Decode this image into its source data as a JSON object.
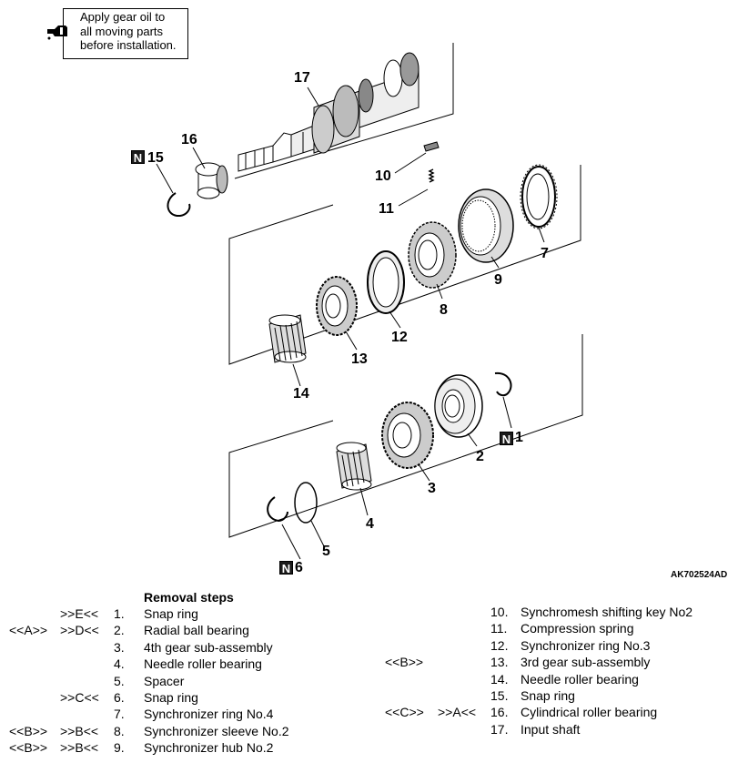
{
  "note": {
    "lines": [
      "Apply gear oil to",
      "all moving parts",
      "before installation."
    ]
  },
  "figure_code": "AK702524AD",
  "callouts": {
    "c17": "17",
    "c16": "16",
    "c15": "15",
    "c10": "10",
    "c11": "11",
    "c7": "7",
    "c9": "9",
    "c8": "8",
    "c12": "12",
    "c13": "13",
    "c14": "14",
    "c1": "1",
    "c2": "2",
    "c3": "3",
    "c4": "4",
    "c5": "5",
    "c6": "6",
    "n_badge": "N"
  },
  "removal": {
    "title": "Removal steps",
    "left_steps": [
      {
        "m1": "",
        "m2": ">>E<<",
        "num": "1.",
        "text": "Snap ring"
      },
      {
        "m1": "<<A>>",
        "m2": ">>D<<",
        "num": "2.",
        "text": "Radial ball bearing"
      },
      {
        "m1": "",
        "m2": "",
        "num": "3.",
        "text": "4th gear sub-assembly"
      },
      {
        "m1": "",
        "m2": "",
        "num": "4.",
        "text": "Needle roller bearing"
      },
      {
        "m1": "",
        "m2": "",
        "num": "5.",
        "text": "Spacer"
      },
      {
        "m1": "",
        "m2": ">>C<<",
        "num": "6.",
        "text": "Snap ring"
      },
      {
        "m1": "",
        "m2": "",
        "num": "7.",
        "text": "Synchronizer ring No.4"
      },
      {
        "m1": "<<B>>",
        "m2": ">>B<<",
        "num": "8.",
        "text": "Synchronizer sleeve No.2"
      },
      {
        "m1": "<<B>>",
        "m2": ">>B<<",
        "num": "9.",
        "text": "Synchronizer hub No.2"
      }
    ],
    "right_steps": [
      {
        "m1": "",
        "m2": "",
        "num": "10.",
        "text": "Synchromesh shifting key No2"
      },
      {
        "m1": "",
        "m2": "",
        "num": "11.",
        "text": "Compression spring"
      },
      {
        "m1": "",
        "m2": "",
        "num": "12.",
        "text": "Synchronizer ring No.3"
      },
      {
        "m1": "<<B>>",
        "m2": "",
        "num": "13.",
        "text": "3rd gear sub-assembly"
      },
      {
        "m1": "",
        "m2": "",
        "num": "14.",
        "text": "Needle roller bearing"
      },
      {
        "m1": "",
        "m2": "",
        "num": "15.",
        "text": "Snap ring"
      },
      {
        "m1": "<<C>>",
        "m2": ">>A<<",
        "num": "16.",
        "text": "Cylindrical roller bearing"
      },
      {
        "m1": "",
        "m2": "",
        "num": "17.",
        "text": "Input shaft"
      }
    ]
  }
}
